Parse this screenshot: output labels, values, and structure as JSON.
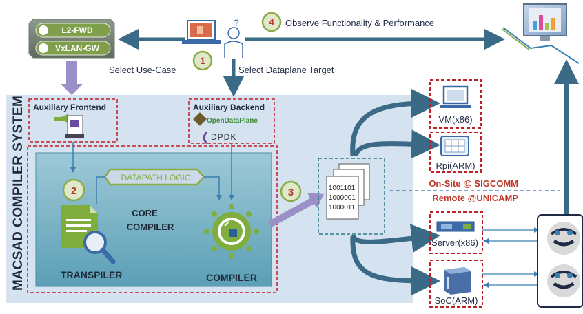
{
  "use_cases": {
    "item1": "L2-FWD",
    "item2": "VxLAN-GW"
  },
  "user_question": "?",
  "steps": {
    "s1": {
      "num": "1",
      "label": "Select Use-Case"
    },
    "s1b": {
      "label": "Select Dataplane Target"
    },
    "s2": {
      "num": "2"
    },
    "s3": {
      "num": "3"
    },
    "s4": {
      "num": "4",
      "label": "Observe Functionality & Performance"
    }
  },
  "system_title": "MACSAD COMPILER SYSTEM",
  "aux_frontend": {
    "title": "Auxiliary Frontend"
  },
  "aux_backend": {
    "title": "Auxiliary Backend",
    "odp": "OpenDataPlane",
    "dpdk": "DPDK"
  },
  "core": {
    "datapath": "DATAPATH LOGIC",
    "core_line1": "CORE",
    "core_line2": "COMPILER",
    "transpiler": "TRANSPILER",
    "compiler": "COMPILER"
  },
  "binary": {
    "line1": "1001101",
    "line2": "1000001",
    "line3": "1000011"
  },
  "targets": {
    "vm": "VM(x86)",
    "rpi": "Rpi(ARM)",
    "server": "Server(x86)",
    "soc": "SoC(ARM)"
  },
  "sites": {
    "onsite": "On-Site @ SIGCOMM",
    "remote": "Remote @UNICAMP"
  },
  "colors": {
    "arrow": "#3a6a86",
    "dashed_red": "#c0202a",
    "green": "#8aab46",
    "panel": "#d3e0ef",
    "orange": "#c0392b"
  }
}
